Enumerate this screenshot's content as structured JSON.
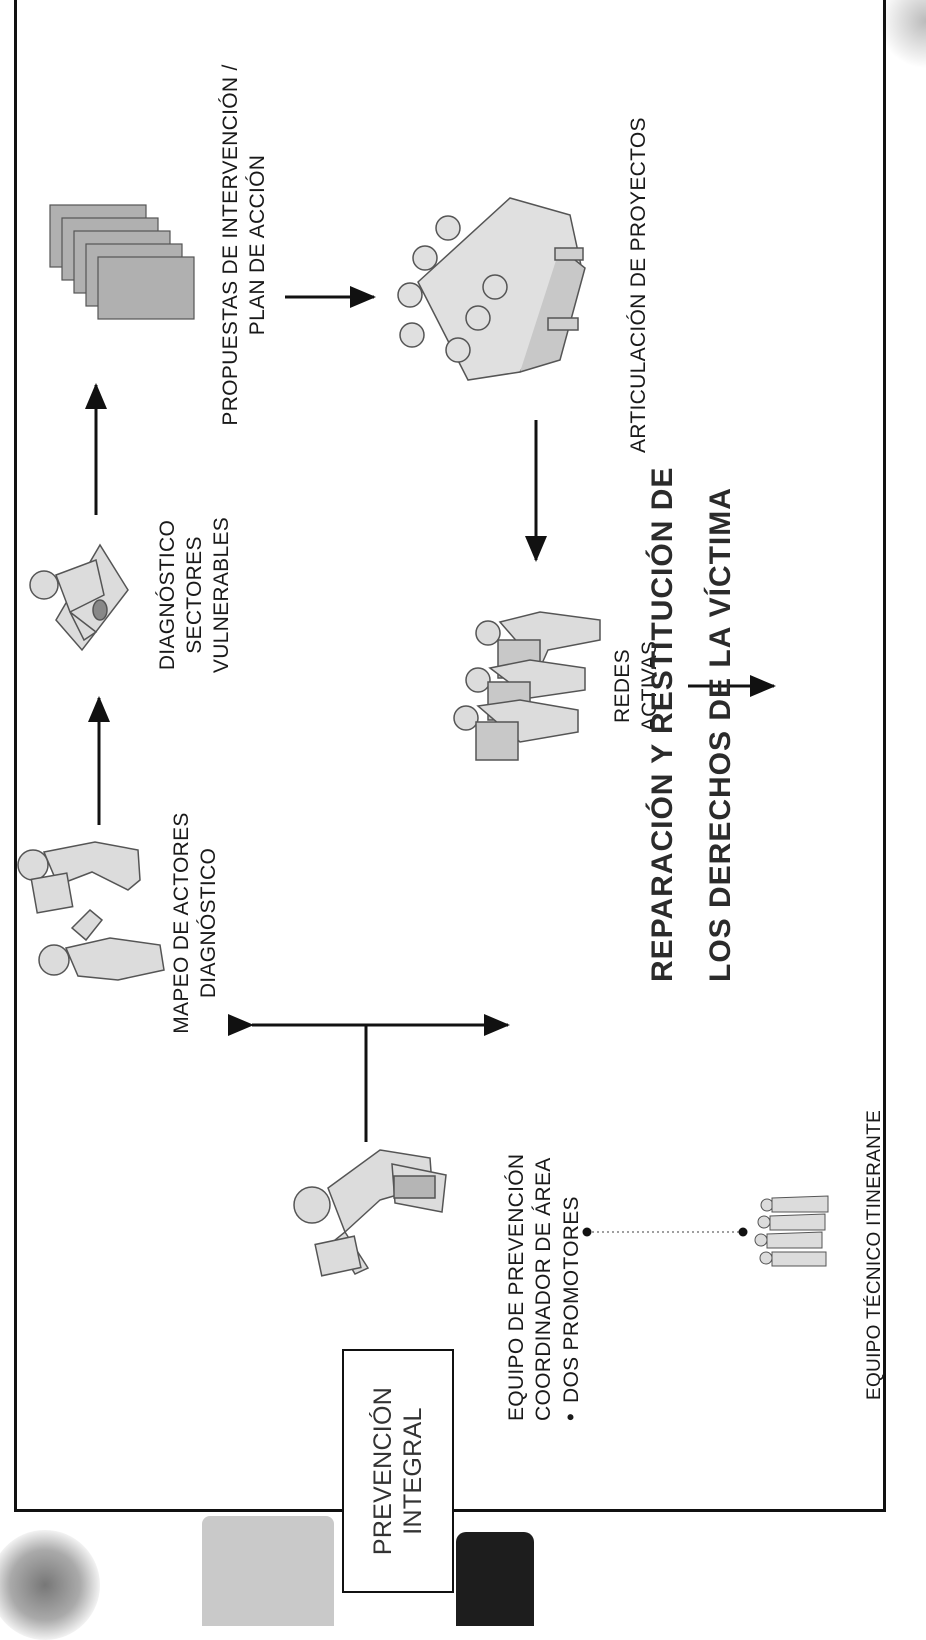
{
  "box_label": {
    "line1": "PREVENCIÓN",
    "line2": "INTEGRAL"
  },
  "equipo_prevencion": {
    "line1": "EQUIPO DE PREVENCIÓN",
    "line2": "COORDINADOR DE ÁREA",
    "bullet": "•",
    "line3": "DOS PROMOTORES"
  },
  "equipo_itinerante": "EQUIPO TÉCNICO ITINERANTE",
  "mapeo": {
    "line1": "MAPEO DE ACTORES",
    "line2": "DIAGNÓSTICO"
  },
  "diagnostico": {
    "line1": "DIAGNÓSTICO",
    "line2": "SECTORES",
    "line3": "VULNERABLES"
  },
  "propuestas": {
    "line1": "PROPUESTAS DE INTERVENCIÓN /",
    "line2": "PLAN DE ACCIÓN"
  },
  "articulacion": "ARTICULACIÓN DE PROYECTOS",
  "redes": {
    "line1": "REDES",
    "line2": "ACTIVAS"
  },
  "reparacion": {
    "line1": "REPARACIÓN Y RESTITUCIÓN DE",
    "line2": "LOS DERECHOS  DE LA VÍCTIMA"
  },
  "colors": {
    "line": "#111111",
    "figure_fill": "#dcdcdc",
    "figure_stroke": "#555555"
  }
}
